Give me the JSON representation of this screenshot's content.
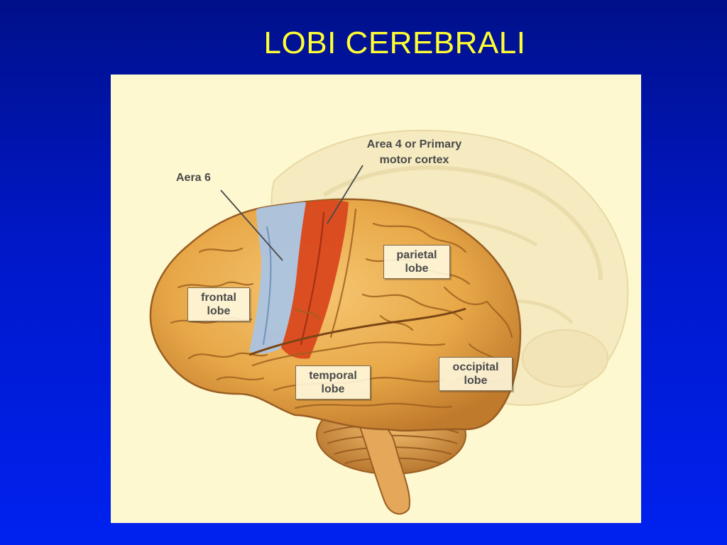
{
  "slide": {
    "title": "LOBI CEREBRALI",
    "background_color": "#0018c8",
    "title_color": "#ffff33"
  },
  "diagram": {
    "background_color": "#fdf8cf",
    "labels": {
      "area6": "Aera 6",
      "motor_line1": "Area 4 or Primary",
      "motor_line2": "motor cortex",
      "frontal_line1": "frontal",
      "frontal_line2": "lobe",
      "parietal_line1": "parietal",
      "parietal_line2": "lobe",
      "temporal_line1": "temporal",
      "temporal_line2": "lobe",
      "occipital_line1": "occipital",
      "occipital_line2": "lobe"
    },
    "colors": {
      "brain": "#e8a848",
      "brain_shadow": "#b5702a",
      "area6": "#a8c4e6",
      "motor_cortex": "#d9481e",
      "ghost_brain": "#f1e3b4"
    }
  }
}
